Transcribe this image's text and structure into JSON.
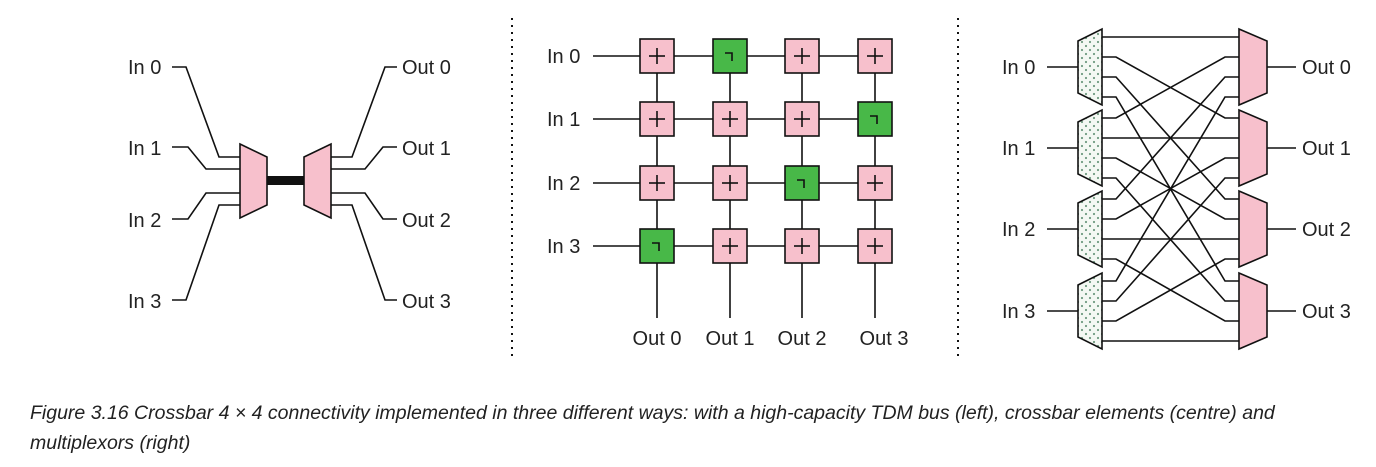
{
  "left_panel": {
    "inputs": [
      "In 0",
      "In 1",
      "In 2",
      "In 3"
    ],
    "outputs": [
      "Out 0",
      "Out 1",
      "Out 2",
      "Out 3"
    ]
  },
  "center_panel": {
    "inputs": [
      "In 0",
      "In 1",
      "In 2",
      "In 3"
    ],
    "outputs": [
      "Out 0",
      "Out 1",
      "Out 2",
      "Out 3"
    ],
    "active_connections": [
      {
        "input": 0,
        "output": 1
      },
      {
        "input": 1,
        "output": 3
      },
      {
        "input": 2,
        "output": 2
      },
      {
        "input": 3,
        "output": 0
      }
    ]
  },
  "right_panel": {
    "inputs": [
      "In 0",
      "In 1",
      "In 2",
      "In 3"
    ],
    "outputs": [
      "Out 0",
      "Out 1",
      "Out 2",
      "Out 3"
    ]
  },
  "colors": {
    "element_pink": "#f7c0cc",
    "active_green": "#48b848",
    "wire": "#111111"
  },
  "caption": "Figure 3.16 Crossbar 4 × 4 connectivity implemented in three different ways: with a high-capacity TDM bus (left), crossbar elements (centre) and multiplexors (right)"
}
